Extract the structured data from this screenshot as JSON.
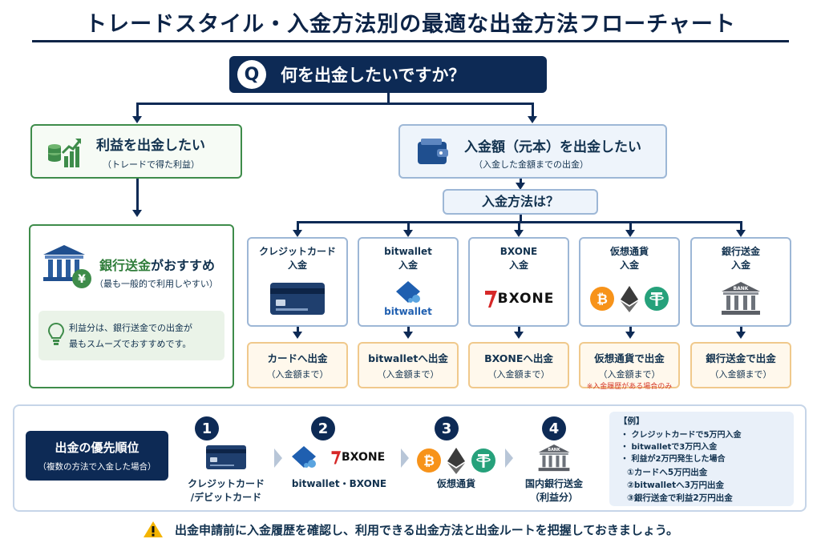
{
  "title": "トレードスタイル・入金方法別の最適な出金方法フローチャート",
  "question": {
    "badge": "Q",
    "text": "何を出金したいですか？"
  },
  "profit": {
    "title": "利益を出金したい",
    "sub": "（トレードで得た利益）"
  },
  "principal": {
    "title": "入金額（元本）を出金したい",
    "sub": "（入金した金額までの出金）"
  },
  "method_question": "入金方法は？",
  "bank_recommend": {
    "title_strong": "銀行送金",
    "title_rest": "がおすすめ",
    "sub": "（最も一般的で利用しやすい）",
    "note_line1": "利益分は、銀行送金での出金が",
    "note_line2": "最もスムーズでおすすめです。"
  },
  "methods": [
    {
      "line1": "クレジットカード",
      "line2": "入金",
      "icon": "credit-card-icon",
      "out": "カードへ出金",
      "out_sub": "（入金額まで）"
    },
    {
      "line1": "bitwallet",
      "line2": "入金",
      "icon": "bitwallet-logo",
      "logo_text": "bitwallet",
      "out": "bitwalletへ出金",
      "out_sub": "（入金額まで）"
    },
    {
      "line1": "BXONE",
      "line2": "入金",
      "icon": "bxone-logo",
      "logo_text": "BXONE",
      "out": "BXONEへ出金",
      "out_sub": "（入金額まで）"
    },
    {
      "line1": "仮想通貨",
      "line2": "入金",
      "icon": "crypto-coins-icon",
      "out": "仮想通貨で出金",
      "out_sub": "（入金額まで）",
      "note": "※入金履歴がある場合のみ"
    },
    {
      "line1": "銀行送金",
      "line2": "入金",
      "icon": "bank-icon",
      "bank_text": "BANK",
      "out": "銀行送金で出金",
      "out_sub": "（入金額まで）"
    }
  ],
  "priority": {
    "title": "出金の優先順位",
    "sub": "（複数の方法で入金した場合）",
    "steps": [
      {
        "num": "1",
        "line1": "クレジットカード",
        "line2": "/デビットカード"
      },
      {
        "num": "2",
        "line1": "bitwallet・BXONE",
        "line2": ""
      },
      {
        "num": "3",
        "line1": "仮想通貨",
        "line2": ""
      },
      {
        "num": "4",
        "line1": "国内銀行送金",
        "line2": "（利益分）"
      }
    ],
    "logo_bxone": "BXONE",
    "bank_text": "BANK"
  },
  "example": {
    "title": "【例】",
    "bullets": [
      "・ クレジットカードで5万円入金",
      "・ bitwalletで3万円入金",
      "・ 利益が2万円発生した場合"
    ],
    "steps": [
      "①カードへ5万円出金",
      "②bitwalletへ3万円出金",
      "③銀行送金で利益2万円出金"
    ]
  },
  "warning": "出金申請前に入金履歴を確認し、利用できる出金方法と出金ルートを把握しておきましょう。",
  "colors": {
    "navy": "#0d2a55",
    "green": "#3e8c4a",
    "orange": "#f0c98c",
    "blue_border": "#9db7d6",
    "red": "#d63a2a"
  }
}
